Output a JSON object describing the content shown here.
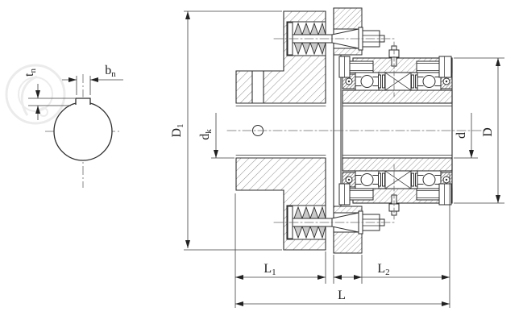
{
  "drawing": {
    "kind": "mechanical coupling cross-section with shaft end view",
    "colors": {
      "background": "#ffffff",
      "outline": "#2e2e2e",
      "hatch": "#8d8d8d",
      "dimension_line": "#3f3f3f",
      "centerline": "#6a6a6a",
      "watermark": "#dcdcdc"
    },
    "dimensions": {
      "D1": {
        "base": "D",
        "sub": "1"
      },
      "dk": {
        "base": "d",
        "sub": "k"
      },
      "d": {
        "base": "d",
        "sub": ""
      },
      "D": {
        "base": "D",
        "sub": ""
      },
      "L1": {
        "base": "L",
        "sub": "1"
      },
      "L2": {
        "base": "L",
        "sub": "2"
      },
      "L": {
        "base": "L",
        "sub": ""
      },
      "tn": {
        "base": "t",
        "sub": "n"
      },
      "bn": {
        "base": "b",
        "sub": "n"
      }
    }
  }
}
